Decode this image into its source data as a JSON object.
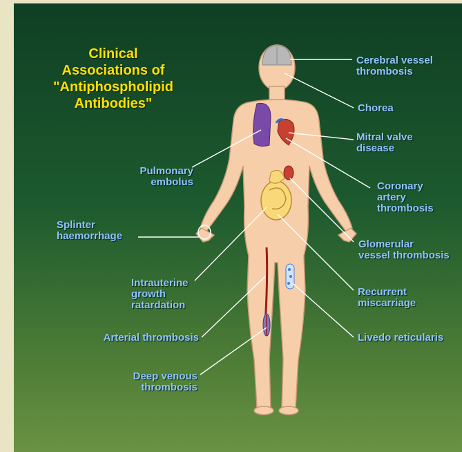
{
  "title": "Clinical\nAssociations of\n\"Antiphospholipid\nAntibodies\"",
  "colors": {
    "title": "#ffe000",
    "label": "#8fc4ff",
    "background_top": "#0f3f24",
    "background_bottom": "#6a9244",
    "skin": "#f6ceaa",
    "lung": "#7a4aa8",
    "brain": "#b8b8b8"
  },
  "labels": {
    "cerebral": "Cerebral vessel\nthrombosis",
    "chorea": "Chorea",
    "mitral": "Mitral valve\ndisease",
    "coronary": "Coronary\nartery\nthrombosis",
    "glomerular": "Glomerular\nvessel thrombosis",
    "miscarriage": "Recurrent\nmiscarriage",
    "livedo": "Livedo reticularis",
    "pulmonary": "Pulmonary\nembolus",
    "splinter": "Splinter\nhaemorrhage",
    "iugr": "Intrauterine\ngrowth\nratardation",
    "arterial": "Arterial thrombosis",
    "dvt": "Deep venous\nthrombosis"
  },
  "icons": [
    "brain-icon",
    "lung-icon",
    "heart-icon",
    "kidney-icon",
    "fetus-icon",
    "nail-icon",
    "artery-icon",
    "vein-icon",
    "livedo-icon"
  ]
}
